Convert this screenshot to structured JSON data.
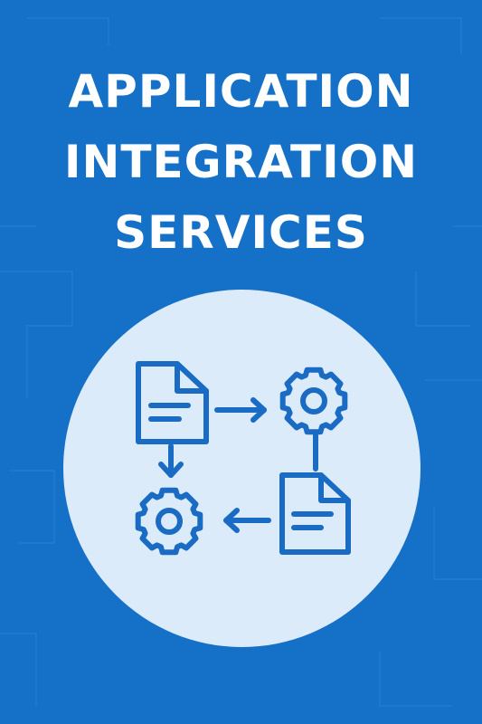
{
  "title": {
    "lines": [
      "APPLICATION",
      "INTEGRATION",
      "SERVICES"
    ]
  },
  "colors": {
    "background": "#1570C8",
    "circle": "#DCEBFA",
    "icon_stroke": "#1A6BC4",
    "title_text": "#FFFFFF"
  },
  "icons": [
    "document-icon",
    "gear-icon",
    "document-icon",
    "gear-icon",
    "arrow-right-icon",
    "arrow-down-icon",
    "arrow-left-icon"
  ]
}
